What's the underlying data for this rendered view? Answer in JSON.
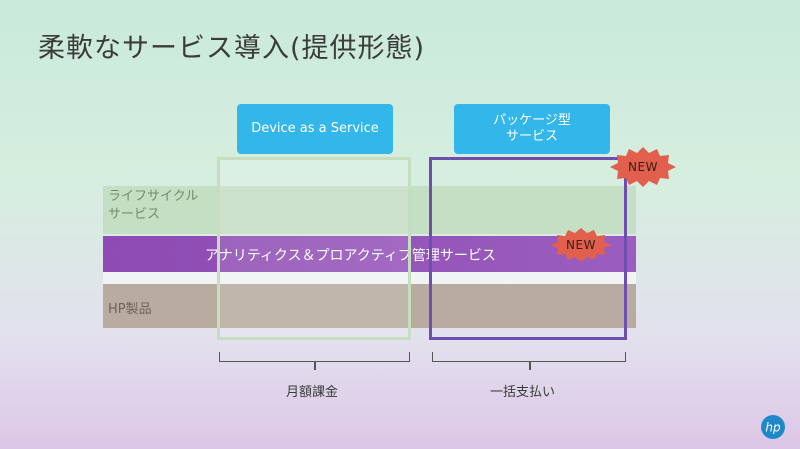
{
  "slide": {
    "title": "柔軟なサービス導入(提供形態)",
    "offerings": {
      "daas": {
        "label": "Device as a Service"
      },
      "package": {
        "label_line1": "パッケージ型",
        "label_line2": "サービス"
      }
    },
    "bands": {
      "lifecycle": {
        "line1": "ライフサイクル",
        "line2": "サービス"
      },
      "analytics": "アナリティクス＆プロアクティブ管理サービス",
      "hp_products": "HP製品"
    },
    "badges": {
      "new_1": "NEW",
      "new_2": "NEW"
    },
    "captions": {
      "monthly": "月額課金",
      "lump_sum": "一括支払い"
    },
    "logo": {
      "icon": "hp-logo-icon",
      "text": "hp"
    },
    "colors": {
      "label_blue": "#33b6ea",
      "analytics_purple": "#8d4bb3",
      "badge_red": "#e0604d",
      "package_frame": "#6e4fb0"
    }
  }
}
